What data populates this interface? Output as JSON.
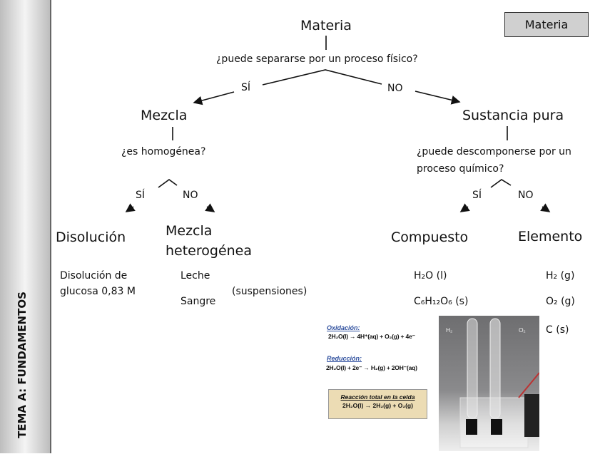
{
  "sidebar": {
    "title": "TEMA A: FUNDAMENTOS"
  },
  "header_box": {
    "label": "Materia"
  },
  "root": {
    "title": "Materia",
    "question": "¿puede separarse por un proceso físico?",
    "yes": "SÍ",
    "no": "NO"
  },
  "mixture": {
    "title": "Mezcla",
    "question": "¿es homogénea?",
    "yes": "SÍ",
    "no": "NO",
    "homogeneous": {
      "title": "Disolución",
      "example_line1": "Disolución de",
      "example_line2": "glucosa 0,83 M"
    },
    "heterogeneous": {
      "title_line1": "Mezcla",
      "title_line2": "heterogénea",
      "examples": [
        "Leche",
        "Sangre"
      ],
      "note": "(suspensiones)"
    }
  },
  "pure": {
    "title": "Sustancia pura",
    "question_line1": "¿puede descomponerse por un",
    "question_line2": "proceso químico?",
    "yes": "SÍ",
    "no": "NO",
    "compound": {
      "title": "Compuesto",
      "examples": [
        "H₂O (l)",
        "C₆H₁₂O₆ (s)"
      ]
    },
    "element": {
      "title": "Elemento",
      "examples": [
        "H₂ (g)",
        "O₂ (g)",
        "C (s)"
      ]
    }
  },
  "figure": {
    "oxidation_label": "Oxidación:",
    "oxidation_eq": "2H₂O(l) → 4H⁺(aq) + O₂(g) + 4e⁻",
    "reduction_label": "Reducción:",
    "reduction_eq": "2H₂O(l) + 2e⁻ → H₂(g) + 2OH⁻(aq)",
    "total_label": "Reacción total en la celda",
    "total_eq": "2H₂O(l) → 2H₂(g) + O₂(g)",
    "tube_left": "H₂",
    "tube_right": "O₂"
  }
}
